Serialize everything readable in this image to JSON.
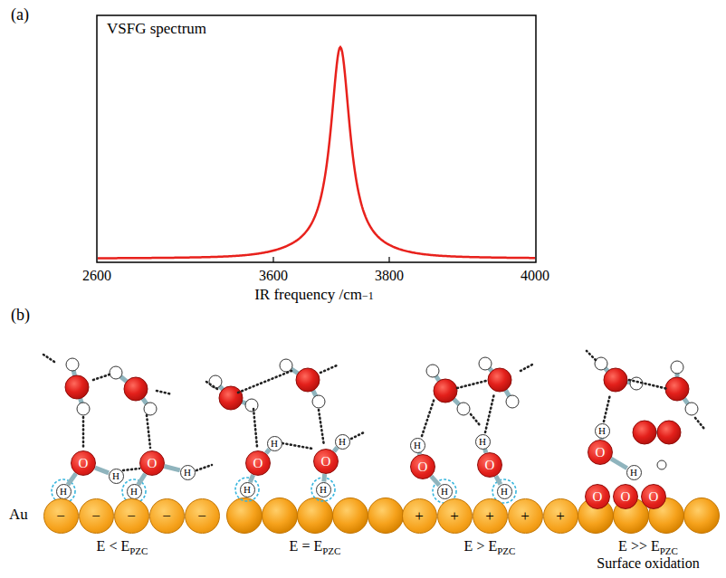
{
  "diagram": {
    "nodes": [
      {
        "text": [
          "O"
        ]
      },
      {
        "text": [
          "H"
        ]
      },
      {
        "text": [
          "H"
        ]
      },
      {
        "text": [
          "O"
        ]
      },
      {
        "text": [
          "H"
        ]
      },
      {
        "text": [
          "H"
        ]
      },
      {
        "text": [
          "−"
        ]
      },
      {
        "text": [
          "−"
        ]
      },
      {
        "text": [
          "−"
        ]
      },
      {
        "text": [
          "−"
        ]
      },
      {
        "text": [
          "−"
        ]
      },
      {
        "text": [
          "O"
        ]
      },
      {
        "text": [
          "H"
        ]
      },
      {
        "text": [
          "H"
        ]
      },
      {
        "text": [
          "O"
        ]
      },
      {
        "text": [
          "H"
        ]
      },
      {
        "text": [
          "H"
        ]
      },
      {
        "text": [
          "O"
        ]
      },
      {
        "text": [
          "H"
        ]
      },
      {
        "text": [
          "H"
        ]
      },
      {
        "text": [
          "O"
        ]
      },
      {
        "text": [
          "H"
        ]
      },
      {
        "text": [
          "H"
        ]
      },
      {
        "text": [
          "+"
        ]
      },
      {
        "text": [
          "+"
        ]
      },
      {
        "text": [
          "+"
        ]
      },
      {
        "text": [
          "+"
        ]
      },
      {
        "text": [
          "+"
        ]
      },
      {
        "text": [
          "O"
        ]
      },
      {
        "text": [
          "H"
        ]
      },
      {
        "text": [
          "H"
        ]
      },
      {
        "text": [
          "O"
        ]
      },
      {
        "text": [
          "O"
        ]
      },
      {
        "text": [
          "O"
        ]
      }
    ],
    "edges": [
      {
        "from": 0,
        "to": 1,
        "arrow": "none"
      },
      {
        "from": 0,
        "to": 2,
        "arrow": "none"
      },
      {
        "from": 3,
        "to": 4,
        "arrow": "none"
      },
      {
        "from": 3,
        "to": 5,
        "arrow": "none"
      },
      {
        "from": 11,
        "to": 12,
        "arrow": "none"
      },
      {
        "from": 11,
        "to": 13,
        "arrow": "none"
      },
      {
        "from": 14,
        "to": 15,
        "arrow": "none"
      },
      {
        "from": 14,
        "to": 16,
        "arrow": "none"
      },
      {
        "from": 17,
        "to": 18,
        "arrow": "none"
      },
      {
        "from": 17,
        "to": 19,
        "arrow": "none"
      },
      {
        "from": 20,
        "to": 21,
        "arrow": "none"
      },
      {
        "from": 20,
        "to": 22,
        "arrow": "none"
      },
      {
        "from": 28,
        "to": 29,
        "arrow": "none"
      },
      {
        "from": 28,
        "to": 30,
        "arrow": "none"
      }
    ],
    "labels": [
      "(a)",
      "VSFG spectrum",
      "2600",
      "3600",
      "3800",
      "4000",
      "IR frequency /cm",
      "−1",
      "(b)",
      "Au",
      "E < E",
      "PZC",
      "E = E",
      "PZC",
      "E > E",
      "PZC",
      "E >> E",
      "PZC",
      "Surface oxidation"
    ]
  }
}
